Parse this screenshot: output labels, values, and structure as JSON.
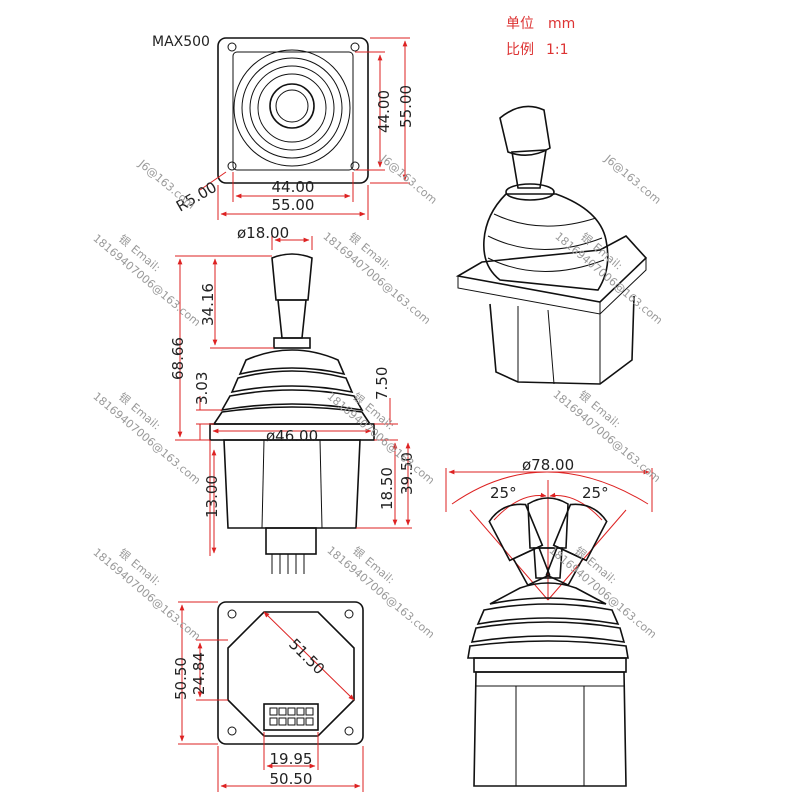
{
  "header": {
    "unit_label": "单位",
    "unit_value": "mm",
    "scale_label": "比例",
    "scale_value": "1:1",
    "top_left_code": "MAX500"
  },
  "watermark": {
    "email_label": "Email:",
    "email_prefix_char": "银",
    "email_address": "18169407006@163.com",
    "short_fragment": "J6@163.com"
  },
  "top_view": {
    "dims": {
      "inner_h": "44.00",
      "outer_h": "55.00",
      "inner_w": "44.00",
      "outer_w": "55.00",
      "radius": "R5.00"
    }
  },
  "front_view": {
    "dims": {
      "knob_dia": "ø18.00",
      "handle_h": "34.16",
      "total_h": "68.66",
      "boot_h": "3.03",
      "boot_top": "7.50",
      "flange_dia": "ø46.00",
      "body_h": "13.00",
      "base_h": "18.50",
      "lower_h": "39.50"
    }
  },
  "bottom_view": {
    "dims": {
      "outer_h": "50.50",
      "half_h": "24.84",
      "diagonal": "51.50",
      "conn_w": "19.95",
      "outer_w": "50.50"
    }
  },
  "swing_view": {
    "dims": {
      "sweep_dia": "ø78.00",
      "angle_left": "25°",
      "angle_right": "25°"
    }
  }
}
